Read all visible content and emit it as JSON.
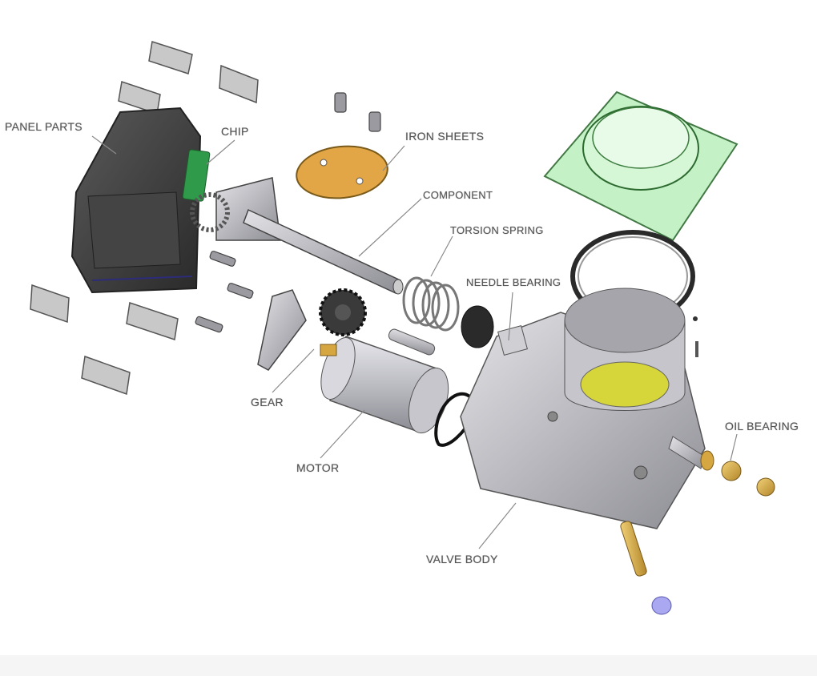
{
  "diagram": {
    "type": "exploded-view",
    "subject": "electronic throttle body assembly",
    "labels": [
      {
        "id": "panel_parts",
        "text": "PANEL PARTS"
      },
      {
        "id": "chip",
        "text": "CHIP"
      },
      {
        "id": "iron_sheets",
        "text": "IRON SHEETS"
      },
      {
        "id": "component",
        "text": "COMPONENT"
      },
      {
        "id": "torsion_spring",
        "text": "TORSION SPRING"
      },
      {
        "id": "needle_bearing",
        "text": "NEEDLE BEARING"
      },
      {
        "id": "gear",
        "text": "GEAR"
      },
      {
        "id": "motor",
        "text": "MOTOR"
      },
      {
        "id": "oil_bearing",
        "text": "OIL BEARING"
      },
      {
        "id": "valve_body",
        "text": "VALVE BODY"
      }
    ],
    "colors": {
      "label_text": "#555555",
      "leader_line": "#8a8a8a",
      "metal": "#b9b9bd",
      "dark_plastic": "#3b3b3b",
      "green_cover": "#9fe0a0",
      "iron_sheet": "#e3a646",
      "brass": "#d6a640",
      "chip": "#2e9a4a",
      "background": "#ffffff",
      "footer": "#f5f5f5"
    }
  }
}
